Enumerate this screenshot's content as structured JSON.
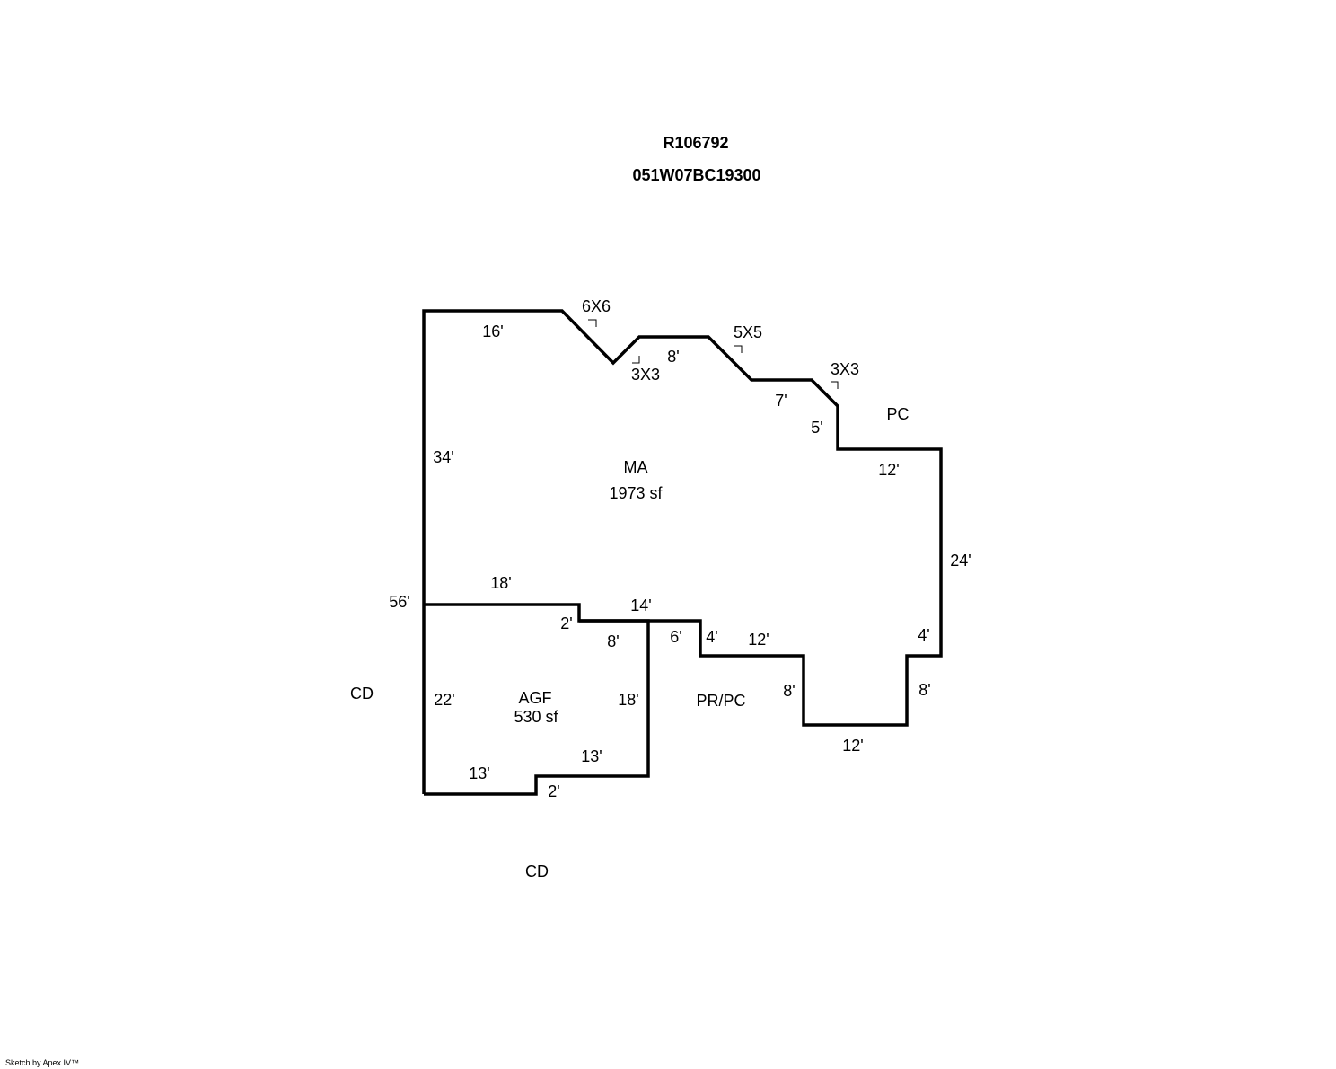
{
  "header": {
    "parcel_id": "R106792",
    "map_number": "051W07BC19300"
  },
  "areas": {
    "main": {
      "code": "MA",
      "area": "1973 sf"
    },
    "garage": {
      "code": "AGF",
      "area": "530 sf"
    },
    "porch_right": "PC",
    "porch_mid": "PR/PC",
    "deck_left": "CD",
    "deck_bottom": "CD"
  },
  "dimensions": {
    "top_16": "16'",
    "corner_6x6": "6X6",
    "corner_3x3_a": "3X3",
    "top_8": "8'",
    "corner_5x5": "5X5",
    "top_7": "7'",
    "corner_3x3_b": "3X3",
    "right_5": "5'",
    "right_12": "12'",
    "right_24": "24'",
    "right_4": "4'",
    "right_8": "8'",
    "bottom_12": "12'",
    "inner_8": "8'",
    "inner_12": "12'",
    "inner_4": "4'",
    "inner_6": "6'",
    "inner_14": "14'",
    "left_34": "34'",
    "left_56": "56'",
    "agf_18_top": "18'",
    "agf_2_top": "2'",
    "agf_8": "8'",
    "agf_22": "22'",
    "agf_18_right": "18'",
    "agf_13_right": "13'",
    "agf_13_bottom": "13'",
    "agf_2_bottom": "2'"
  },
  "footer": {
    "credit": "Sketch by Apex IV™"
  }
}
